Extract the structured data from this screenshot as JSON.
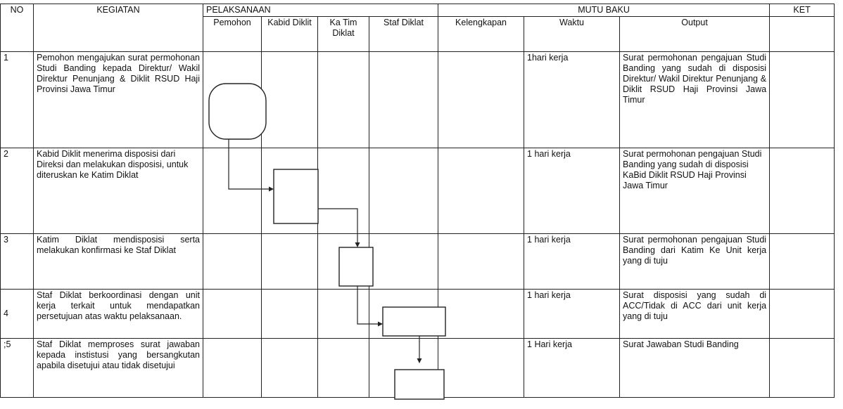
{
  "headers": {
    "no": "NO",
    "kegiatan": "KEGIATAN",
    "pelaksanaan": "PELAKSANAAN",
    "mutu_baku": "MUTU BAKU",
    "ket": "KET",
    "pemohon": "Pemohon",
    "kabid_diklit": "Kabid Diklit",
    "ka_tim_diklat": "Ka Tim Diklat",
    "staf_diklat": "Staf Diklat",
    "kelengkapan": "Kelengkapan",
    "waktu": "Waktu",
    "output": "Output"
  },
  "rows": [
    {
      "no": "1",
      "kegiatan": "Pemohon mengajukan surat permohonan Studi Banding kepada Direktur/ Wakil Direktur Penunjang & Diklit RSUD Haji Provinsi Jawa Timur",
      "kelengkapan": "",
      "waktu": "1hari kerja",
      "output": "Surat permohonan pengajuan Studi Banding yang sudah di disposisi Direktur/ Wakil Direktur Penunjang & Diklit RSUD Haji Provinsi Jawa Timur",
      "ket": ""
    },
    {
      "no": "2",
      "kegiatan": "Kabid Diklit menerima disposisi dari Direksi dan melakukan disposisi, untuk diteruskan ke Katim Diklat",
      "kelengkapan": "",
      "waktu": "1 hari kerja",
      "output": "Surat permohonan pengajuan Studi Banding yang sudah di disposisi KaBid Diklit RSUD Haji Provinsi Jawa Timur",
      "ket": ""
    },
    {
      "no": "3",
      "kegiatan": "Katim Diklat mendisposisi serta melakukan konfirmasi ke Staf Diklat",
      "kelengkapan": "",
      "waktu": "1 hari kerja",
      "output": "Surat permohonan pengajuan Studi Banding dari Katim Ke Unit kerja yang di tuju",
      "ket": ""
    },
    {
      "no": "4",
      "kegiatan": "Staf Diklat berkoordinasi dengan unit kerja terkait untuk mendapatkan persetujuan atas waktu pelaksanaan.",
      "kelengkapan": "",
      "waktu": "1 hari kerja",
      "output": "Surat disposisi yang sudah di ACC/Tidak di ACC dari unit kerja yang di tuju",
      "ket": ""
    },
    {
      "no": ";5",
      "kegiatan": "Staf Diklat memproses surat jawaban kepada instistusi yang bersangkutan apabila disetujui atau tidak disetujui",
      "kelengkapan": "",
      "waktu": "1 Hari kerja",
      "output": "Surat Jawaban Studi Banding",
      "ket": ""
    }
  ]
}
